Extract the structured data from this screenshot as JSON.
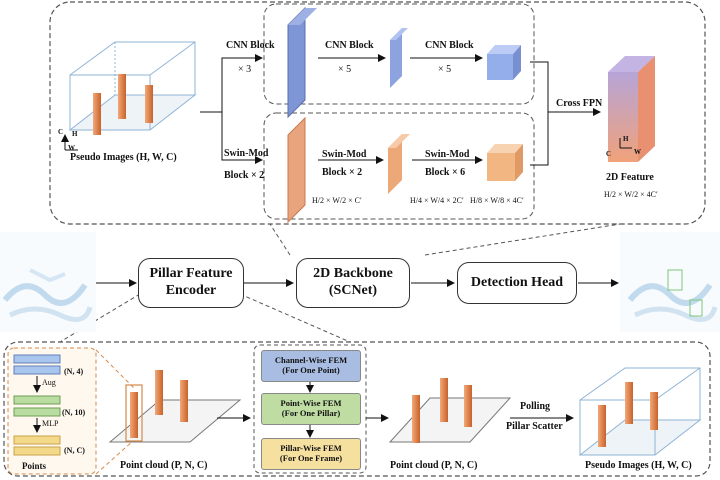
{
  "top": {
    "pseudo_images_label": "Pseudo Images (H, W, C)",
    "cnn_block_1": "CNN Block",
    "cnn_mult_1": "× 3",
    "cnn_block_2": "CNN Block",
    "cnn_mult_2": "× 5",
    "cnn_block_3": "CNN Block",
    "cnn_mult_3": "× 5",
    "swin_1": "Swin-Mod",
    "swin_1_mult": "Block × 2",
    "swin_2": "Swin-Mod",
    "swin_2_mult": "Block × 2",
    "swin_3": "Swin-Mod",
    "swin_3_mult": "Block × 6",
    "dim_1": "H/2 × W/2 × C′",
    "dim_2": "H/4 × W/4 × 2C′",
    "dim_3": "H/8 × W/8 × 4C′",
    "cross_fpn": "Cross FPN",
    "feature_2d": "2D Feature",
    "feature_dim": "H/2 × W/2 × 4C′",
    "axis_c": "C",
    "axis_h": "H",
    "axis_w": "W",
    "axis_c2": "C",
    "axis_h2": "H",
    "axis_w2": "W"
  },
  "middle": {
    "pillar_encoder": [
      "Pillar Feature",
      "Encoder"
    ],
    "backbone": [
      "2D Backbone",
      "(SCNet)"
    ],
    "detection_head": "Detection Head"
  },
  "bottom": {
    "stack_n4": "(N, 4)",
    "stack_n10": "(N, 10)",
    "stack_nc": "(N, C)",
    "aug": "Aug",
    "mlp": "MLP",
    "points": "Points",
    "point_cloud_1": "Point cloud (P, N, C)",
    "point_cloud_2": "Point cloud (P, N, C)",
    "pseudo_images_2": "Pseudo Images (H, W, C)",
    "fem_channel": [
      "Channel-Wise FEM",
      "(For One Point)"
    ],
    "fem_point": [
      "Point-Wise FEM",
      "(For One Pillar)"
    ],
    "fem_pillar": [
      "Pillar-Wise FEM",
      "(For One Frame)"
    ],
    "polling": "Polling",
    "pillar_scatter": "Pillar Scatter"
  },
  "colors": {
    "cnn_blue": "#7f96d6",
    "swin_orange": "#e8a47c",
    "fem_blue": "#a9bde3",
    "fem_green": "#bfdca3",
    "fem_yellow": "#f6e0a0",
    "pillar_orange": "#e07b45"
  }
}
